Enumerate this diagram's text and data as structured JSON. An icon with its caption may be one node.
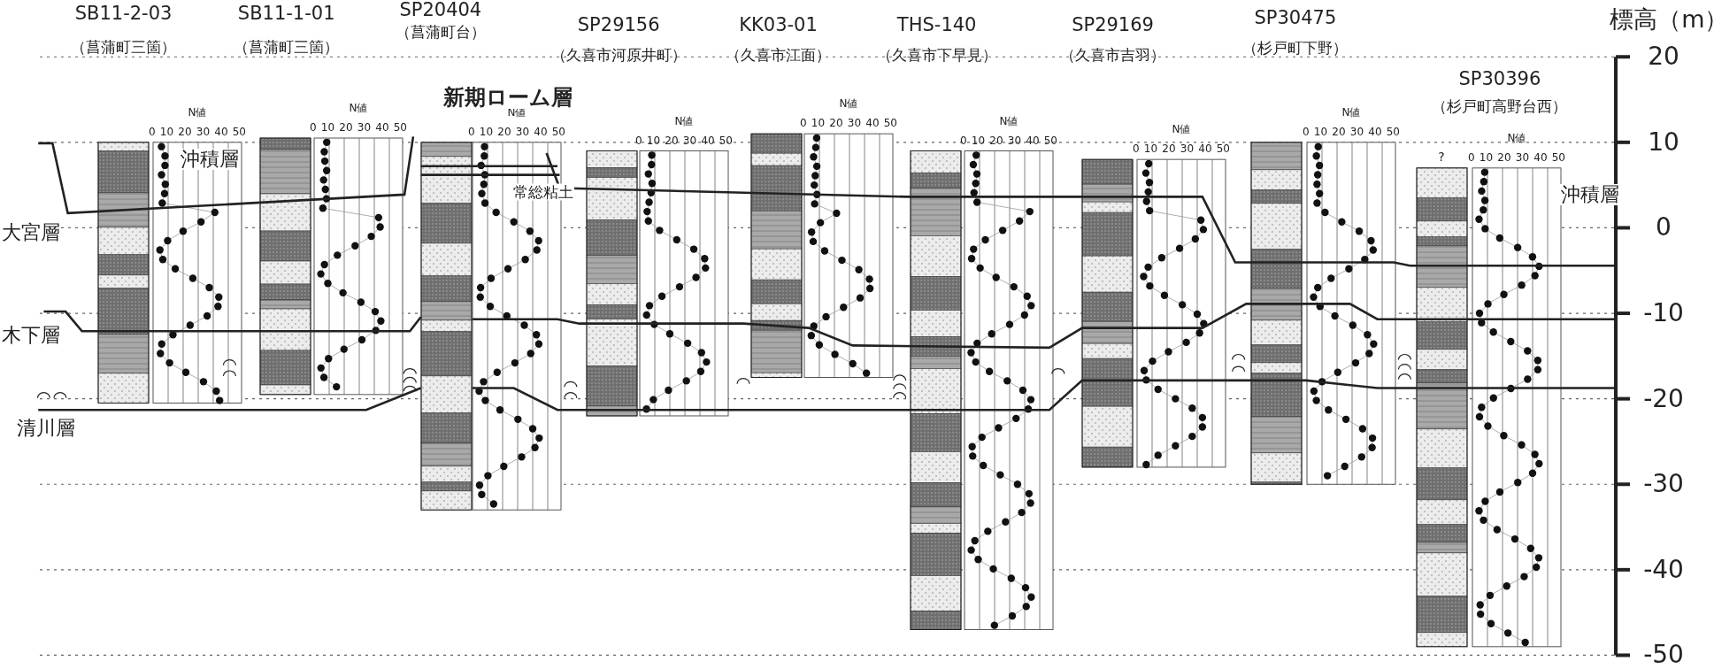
{
  "diagram": {
    "labels": [
      "SB11-2-03",
      "（菖蒲町三箇）",
      "N値",
      "0 10 20 30 40 50",
      "SB11-1-01",
      "（菖蒲町三箇）",
      "N値",
      "0 10 20 30 40 50",
      "SP20404",
      "（菖蒲町台）",
      "N値",
      "0 10 20 30 40 50",
      "SP29156",
      "（久喜市河原井町）",
      "N値",
      "0 10 20 30 40 50",
      "KK03-01",
      "（久喜市江面）",
      "N値",
      "0 10 20 30 40 50",
      "THS-140",
      "（久喜市下早見）",
      "N値",
      "0 10 20 30 40 50",
      "SP29169",
      "（久喜市吉羽）",
      "N値",
      "0 10 20 30 40 50",
      "SP30475",
      "（杉戸町下野）",
      "N値",
      "0 10 20 30 40 50",
      "SP30396",
      "（杉戸町高野台西）",
      "N値",
      "0 10 20 30 40 50",
      "新期ローム層",
      "沖積層",
      "常総粘土",
      "大宮層",
      "木下層",
      "清川層",
      "沖積層",
      "標高（m）",
      "20",
      "10",
      "0",
      "-10",
      "-20",
      "-30",
      "-40",
      "-50",
      "?"
    ]
  }
}
